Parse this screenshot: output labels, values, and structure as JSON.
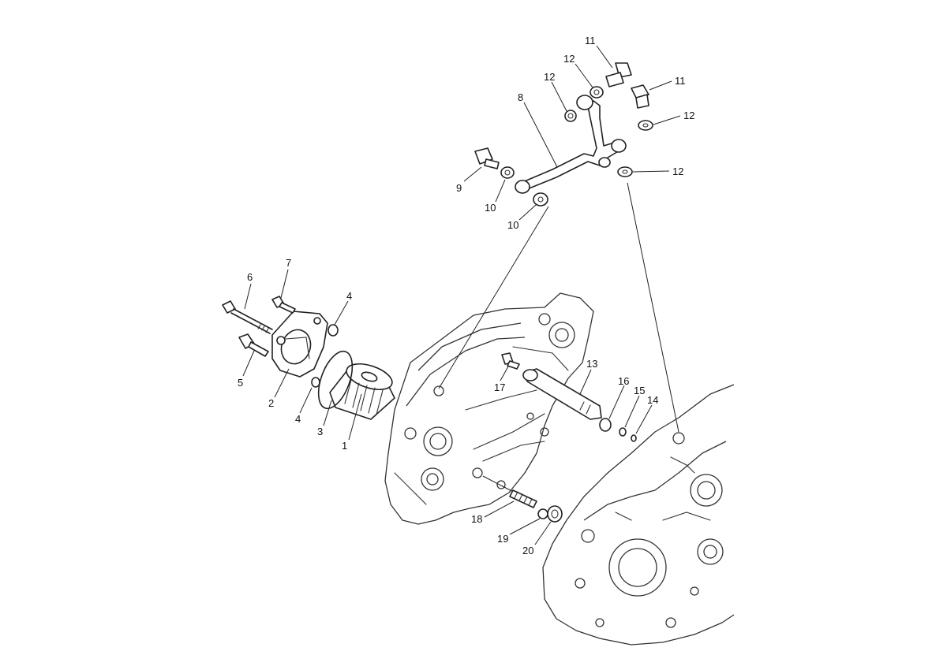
{
  "callouts": {
    "c1": "1",
    "c2": "2",
    "c3": "3",
    "c4a": "4",
    "c4b": "4",
    "c5": "5",
    "c6": "6",
    "c7": "7",
    "c8": "8",
    "c9": "9",
    "c10a": "10",
    "c10b": "10",
    "c11a": "11",
    "c11b": "11",
    "c12a": "12",
    "c12b": "12",
    "c12c": "12",
    "c12d": "12",
    "c13": "13",
    "c14": "14",
    "c15": "15",
    "c16": "16",
    "c17": "17",
    "c18": "18",
    "c19": "19",
    "c20": "20"
  },
  "parts": [
    {
      "no": "1",
      "kind": "oil-filter-element"
    },
    {
      "no": "2",
      "kind": "filter-cover"
    },
    {
      "no": "3",
      "kind": "o-ring"
    },
    {
      "no": "4",
      "kind": "o-ring"
    },
    {
      "no": "5",
      "kind": "bolt"
    },
    {
      "no": "6",
      "kind": "bolt"
    },
    {
      "no": "7",
      "kind": "bolt"
    },
    {
      "no": "8",
      "kind": "oil-delivery-pipe"
    },
    {
      "no": "9",
      "kind": "union-bolt"
    },
    {
      "no": "10",
      "kind": "gasket"
    },
    {
      "no": "11",
      "kind": "union-bolt"
    },
    {
      "no": "12",
      "kind": "gasket"
    },
    {
      "no": "13",
      "kind": "strainer-pipe"
    },
    {
      "no": "14",
      "kind": "o-ring"
    },
    {
      "no": "15",
      "kind": "o-ring"
    },
    {
      "no": "16",
      "kind": "o-ring"
    },
    {
      "no": "17",
      "kind": "screw"
    },
    {
      "no": "18",
      "kind": "spring"
    },
    {
      "no": "19",
      "kind": "ball"
    },
    {
      "no": "20",
      "kind": "plug"
    }
  ]
}
